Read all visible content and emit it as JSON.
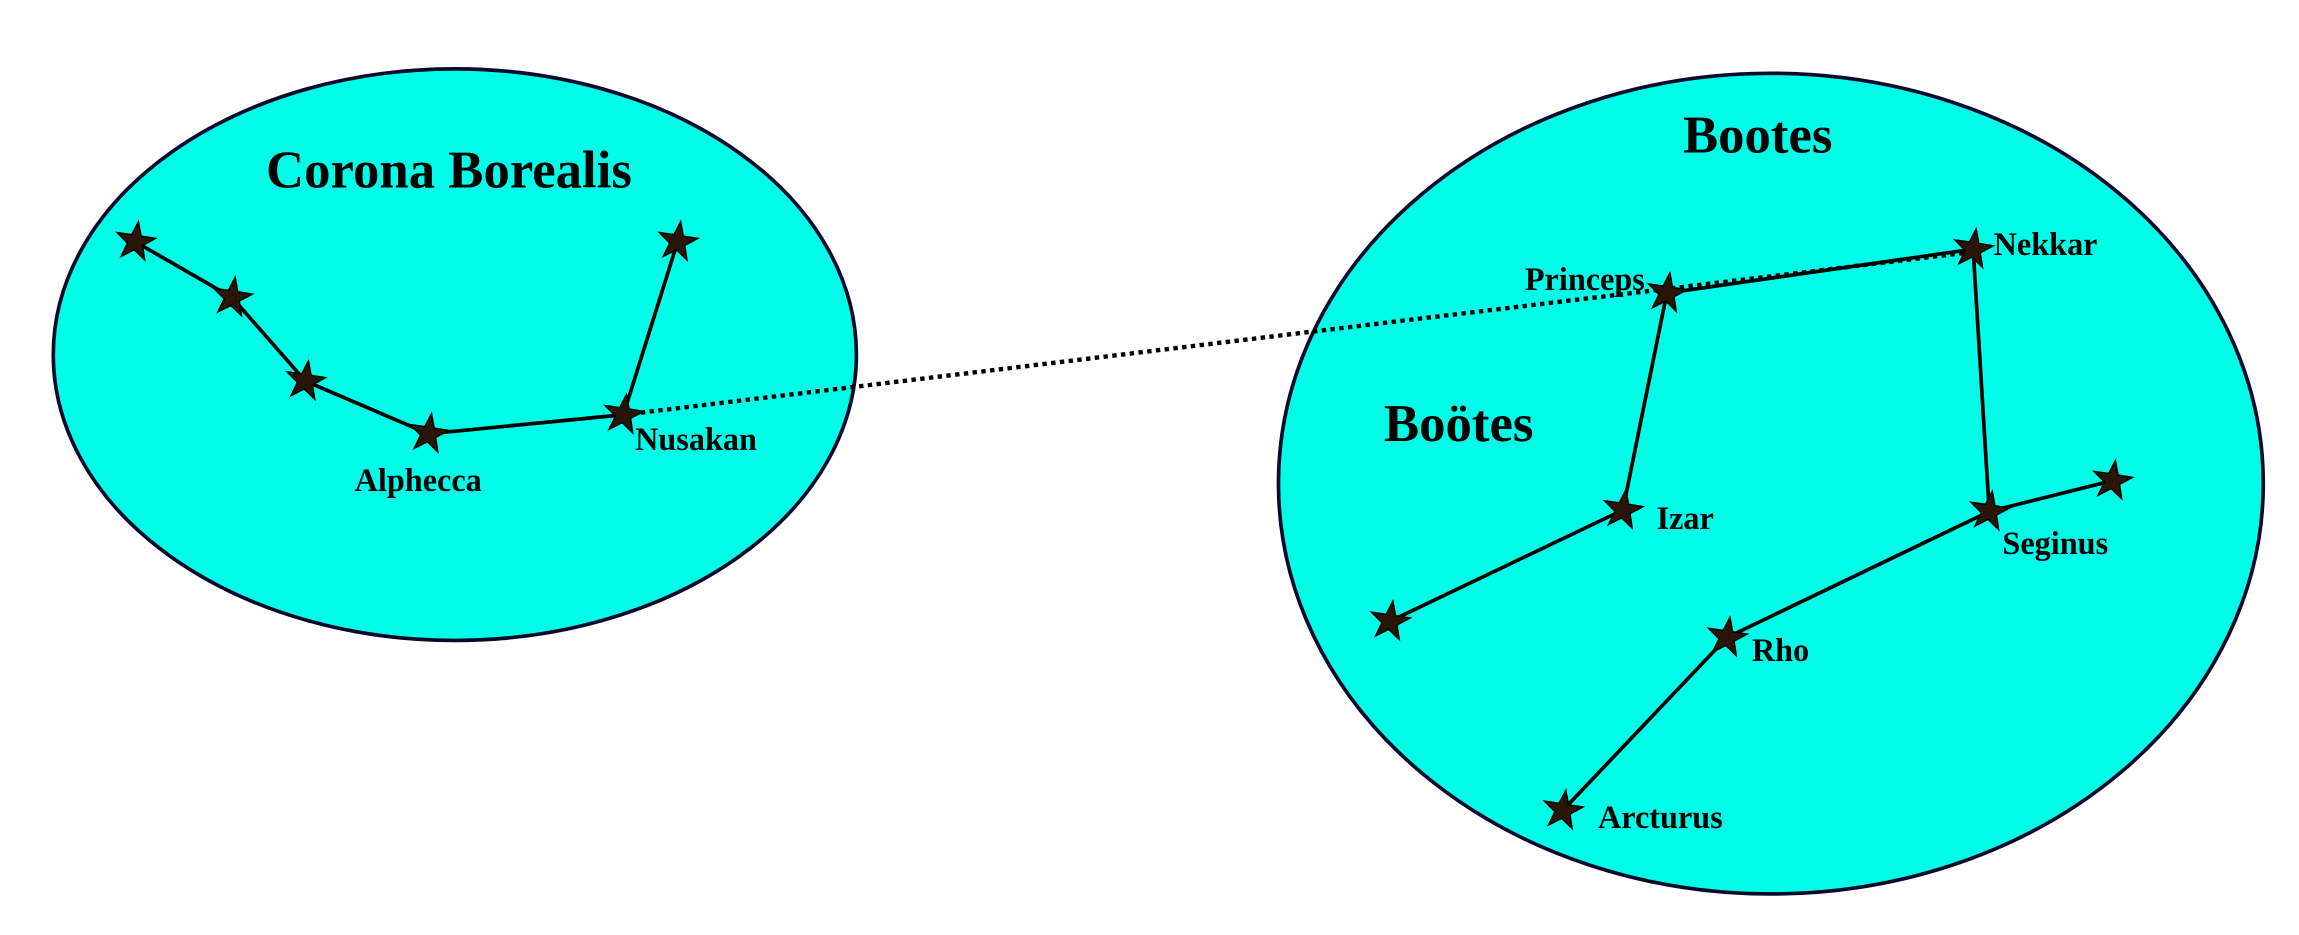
{
  "colors": {
    "constellation_fill": "#00fde8",
    "outline": "#0a0a2a",
    "star": "#2a1608"
  },
  "corona_borealis": {
    "title": "Corona Borealis",
    "stars": {
      "alphecca": "Alphecca",
      "nusakan": "Nusakan"
    }
  },
  "bootes": {
    "title": "Bootes",
    "subtitle": "Boötes",
    "stars": {
      "princeps": "Princeps",
      "nekkar": "Nekkar",
      "izar": "Izar",
      "seginus": "Seginus",
      "rho": "Rho",
      "arcturus": "Arcturus"
    }
  }
}
